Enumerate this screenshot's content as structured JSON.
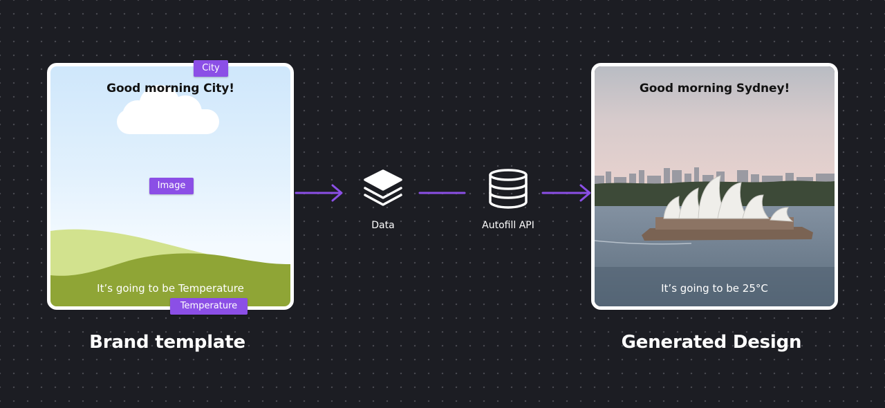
{
  "brand_template": {
    "greeting": "Good morning City!",
    "forecast": "It’s going to be Temperature",
    "caption": "Brand template",
    "tags": {
      "city": "City",
      "image": "Image",
      "temperature": "Temperature"
    }
  },
  "flow": {
    "data_label": "Data",
    "api_label": "Autofill API",
    "data_icon": "layers-icon",
    "api_icon": "database-icon"
  },
  "generated_design": {
    "greeting": "Good morning Sydney!",
    "forecast": "It’s going to be 25°C",
    "caption": "Generated Design"
  },
  "colors": {
    "background": "#1c1d23",
    "accent": "#8b4fe6",
    "card_border": "#ffffff"
  }
}
